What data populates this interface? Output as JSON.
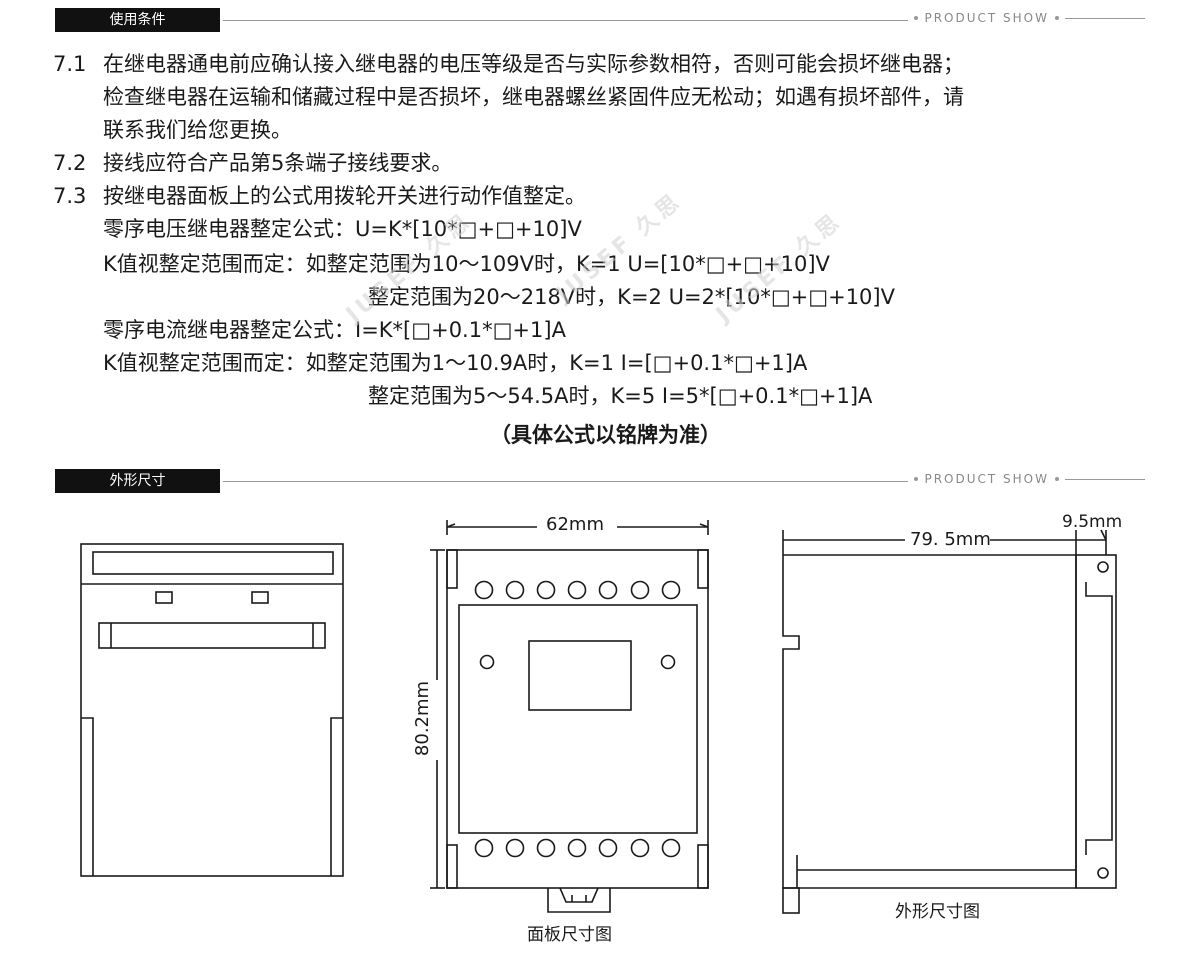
{
  "sections": {
    "usage": {
      "title": "使用条件",
      "right_label": "PRODUCT SHOW"
    },
    "dimensions": {
      "title": "外形尺寸",
      "right_label": "PRODUCT SHOW"
    }
  },
  "usage_items": [
    {
      "num": "7.1",
      "lines": [
        "在继电器通电前应确认接入继电器的电压等级是否与实际参数相符，否则可能会损坏继电器；",
        "检查继电器在运输和储藏过程中是否损坏，继电器螺丝紧固件应无松动；如遇有损坏部件，请",
        "联系我们给您更换。"
      ]
    },
    {
      "num": "7.2",
      "lines": [
        "接线应符合产品第5条端子接线要求。"
      ]
    },
    {
      "num": "7.3",
      "lines": [
        "按继电器面板上的公式用拨轮开关进行动作值整定。"
      ]
    }
  ],
  "formulas": {
    "voltage_title": "零序电压继电器整定公式：U=K*[10*□+□+10]V",
    "voltage_k_intro": "K值视整定范围而定：如整定范围为10～109V时，K=1   U=[10*□+□+10]V",
    "voltage_k2": "整定范围为20～218V时，K=2   U=2*[10*□+□+10]V",
    "current_title": "零序电流继电器整定公式：I=K*[□+0.1*□+1]A",
    "current_k_intro": "K值视整定范围而定：如整定范围为1～10.9A时，K=1   I=[□+0.1*□+1]A",
    "current_k2": "整定范围为5～54.5A时，K=5   I=5*[□+0.1*□+1]A",
    "note": "（具体公式以铭牌为准）"
  },
  "watermark": "JUSEF 久思",
  "drawings": {
    "panel_width": "62mm",
    "panel_height": "80.2mm",
    "side_depth": "79. 5mm",
    "side_extra": "9.5mm",
    "panel_caption": "面板尺寸图",
    "side_caption": "外形尺寸图",
    "terminal_count_per_row": 7
  },
  "colors": {
    "line": "#1a1a1a",
    "tab_bg": "#111111",
    "muted": "#888888"
  }
}
